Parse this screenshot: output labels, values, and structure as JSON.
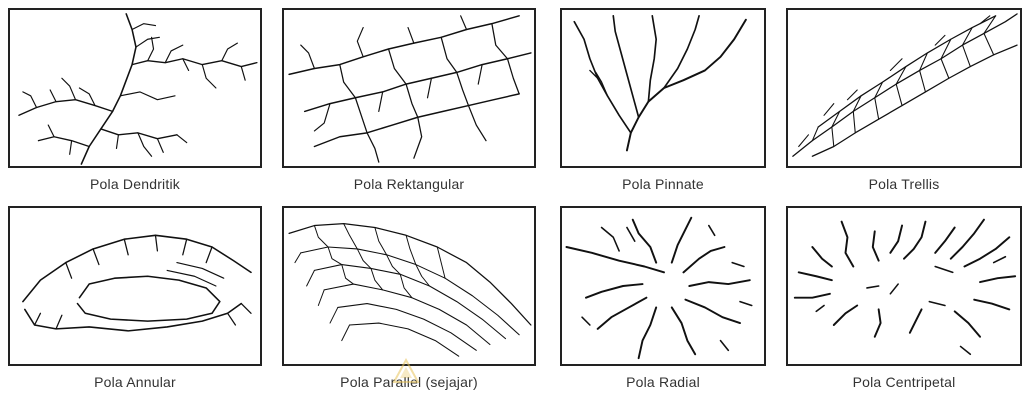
{
  "figure": {
    "panels": [
      {
        "id": "dendritik",
        "label": "Pola Dendritik"
      },
      {
        "id": "rektangular",
        "label": "Pola Rektangular"
      },
      {
        "id": "pinnate",
        "label": "Pola Pinnate"
      },
      {
        "id": "trellis",
        "label": "Pola Trellis"
      },
      {
        "id": "annular",
        "label": "Pola Annular"
      },
      {
        "id": "parallel",
        "label": "Pola Parallel (sejajar)"
      },
      {
        "id": "radial",
        "label": "Pola Radial"
      },
      {
        "id": "centripetal",
        "label": "Pola Centripetal"
      }
    ]
  },
  "colors": {
    "line": "#111111",
    "caption": "#333333",
    "watermark": "#e8c25a"
  }
}
